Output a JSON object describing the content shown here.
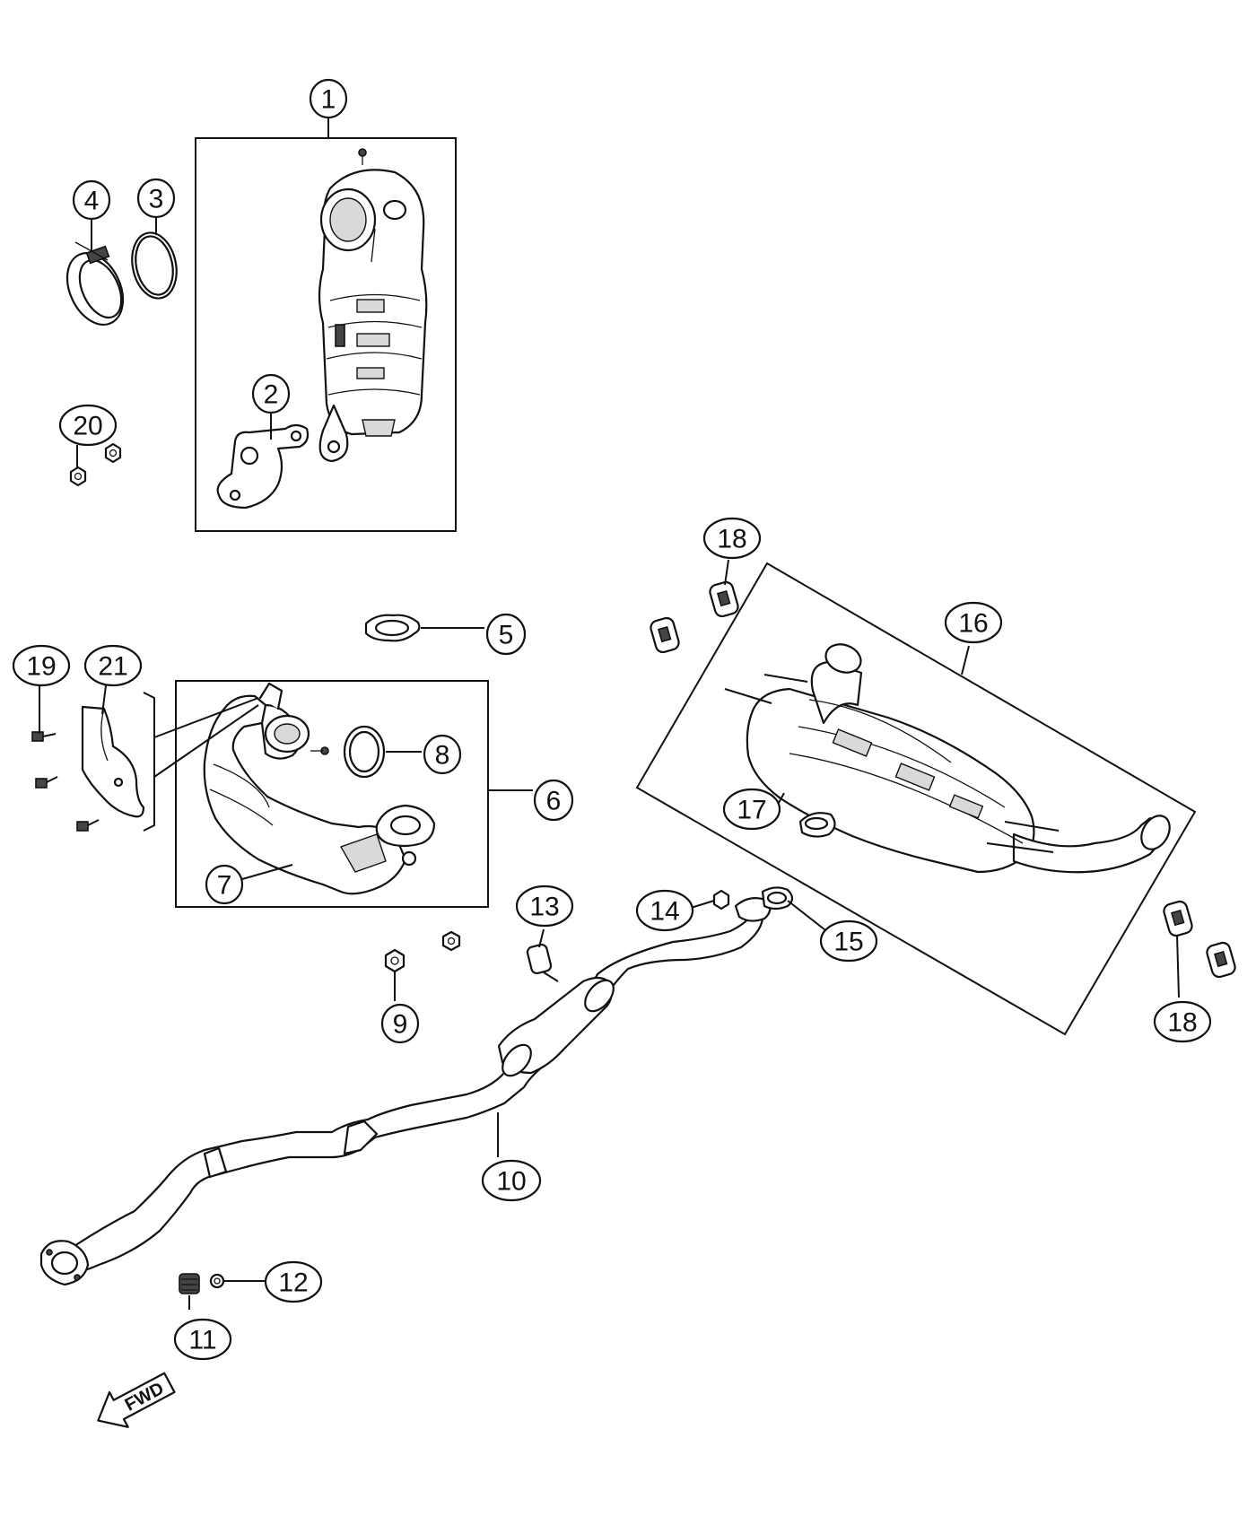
{
  "callouts": [
    {
      "id": "c1",
      "label": "1"
    },
    {
      "id": "c2",
      "label": "2"
    },
    {
      "id": "c3",
      "label": "3"
    },
    {
      "id": "c4",
      "label": "4"
    },
    {
      "id": "c5",
      "label": "5"
    },
    {
      "id": "c6",
      "label": "6"
    },
    {
      "id": "c7",
      "label": "7"
    },
    {
      "id": "c8",
      "label": "8"
    },
    {
      "id": "c9",
      "label": "9"
    },
    {
      "id": "c10",
      "label": "10"
    },
    {
      "id": "c11",
      "label": "11"
    },
    {
      "id": "c12",
      "label": "12"
    },
    {
      "id": "c13",
      "label": "13"
    },
    {
      "id": "c14",
      "label": "14"
    },
    {
      "id": "c15",
      "label": "15"
    },
    {
      "id": "c16",
      "label": "16"
    },
    {
      "id": "c17",
      "label": "17"
    },
    {
      "id": "c18a",
      "label": "18"
    },
    {
      "id": "c18b",
      "label": "18"
    },
    {
      "id": "c19",
      "label": "19"
    },
    {
      "id": "c20",
      "label": "20"
    },
    {
      "id": "c21",
      "label": "21"
    }
  ],
  "direction_arrow": {
    "label": "FWD"
  }
}
